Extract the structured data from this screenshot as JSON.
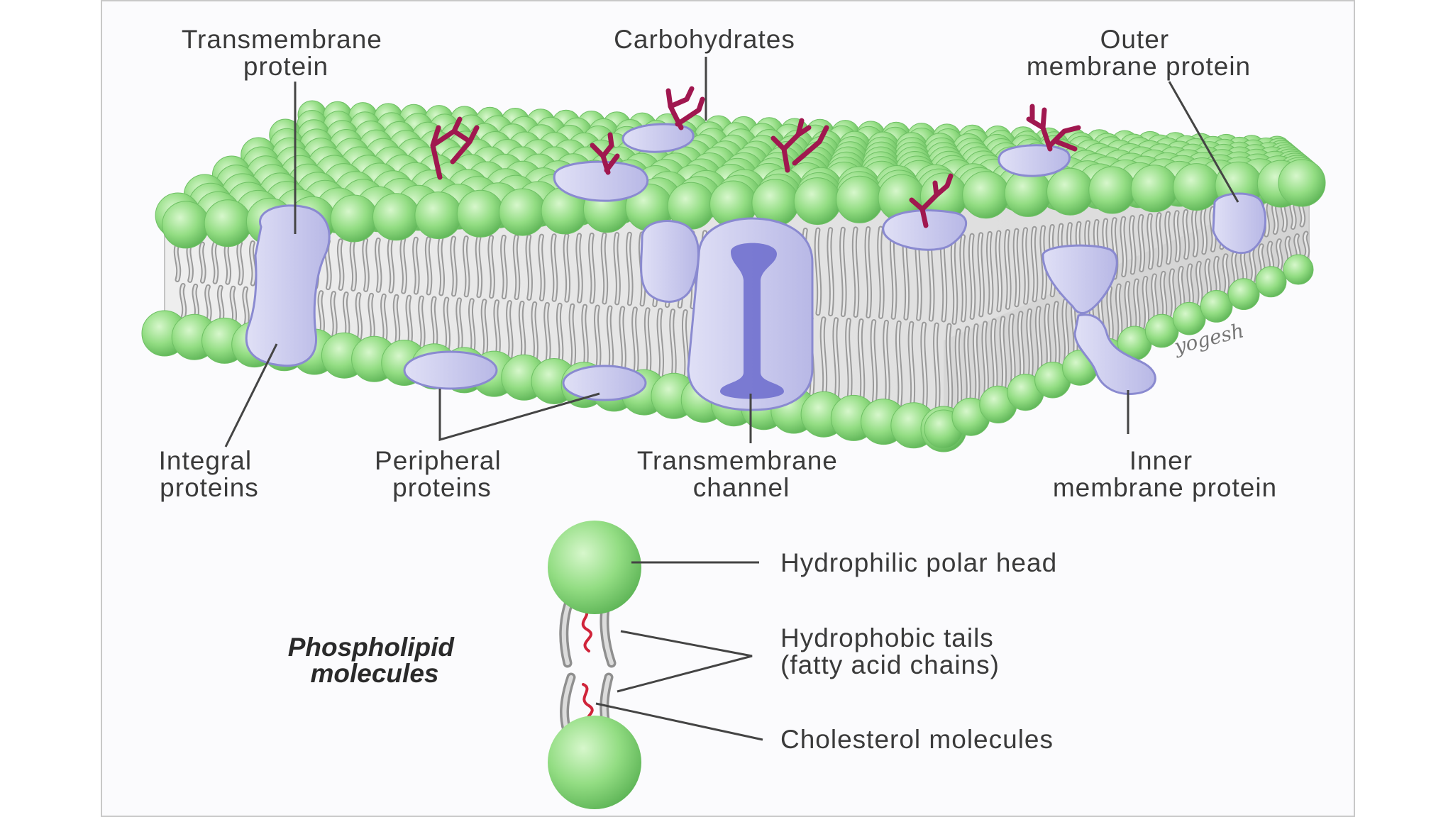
{
  "labels": {
    "transmembrane_protein": [
      "Transmembrane",
      "protein"
    ],
    "carbohydrates": [
      "Carbohydrates"
    ],
    "outer_membrane_protein": [
      "Outer",
      "membrane protein"
    ],
    "integral_proteins": [
      "Integral",
      "proteins"
    ],
    "peripheral_proteins": [
      "Peripheral",
      "proteins"
    ],
    "transmembrane_channel": [
      "Transmembrane",
      "channel"
    ],
    "inner_membrane_protein": [
      "Inner",
      "membrane protein"
    ],
    "hydrophilic_head": [
      "Hydrophilic polar head"
    ],
    "hydrophobic_tails": [
      "Hydrophobic tails",
      "(fatty acid chains)"
    ],
    "cholesterol": [
      "Cholesterol molecules"
    ],
    "phospholipid": [
      "Phospholipid",
      "molecules"
    ],
    "signature": "yogesh"
  },
  "colors": {
    "head": "#8fdc7f",
    "head_dark": "#5fb85a",
    "head_light": "#c9f3bd",
    "protein": "#c9c9ec",
    "protein_dark": "#8a8ad0",
    "channel": "#6b6bcc",
    "carbohydrate": "#a0174f",
    "tail": "#9a9a9a",
    "cholesterol": "#d0243a"
  }
}
